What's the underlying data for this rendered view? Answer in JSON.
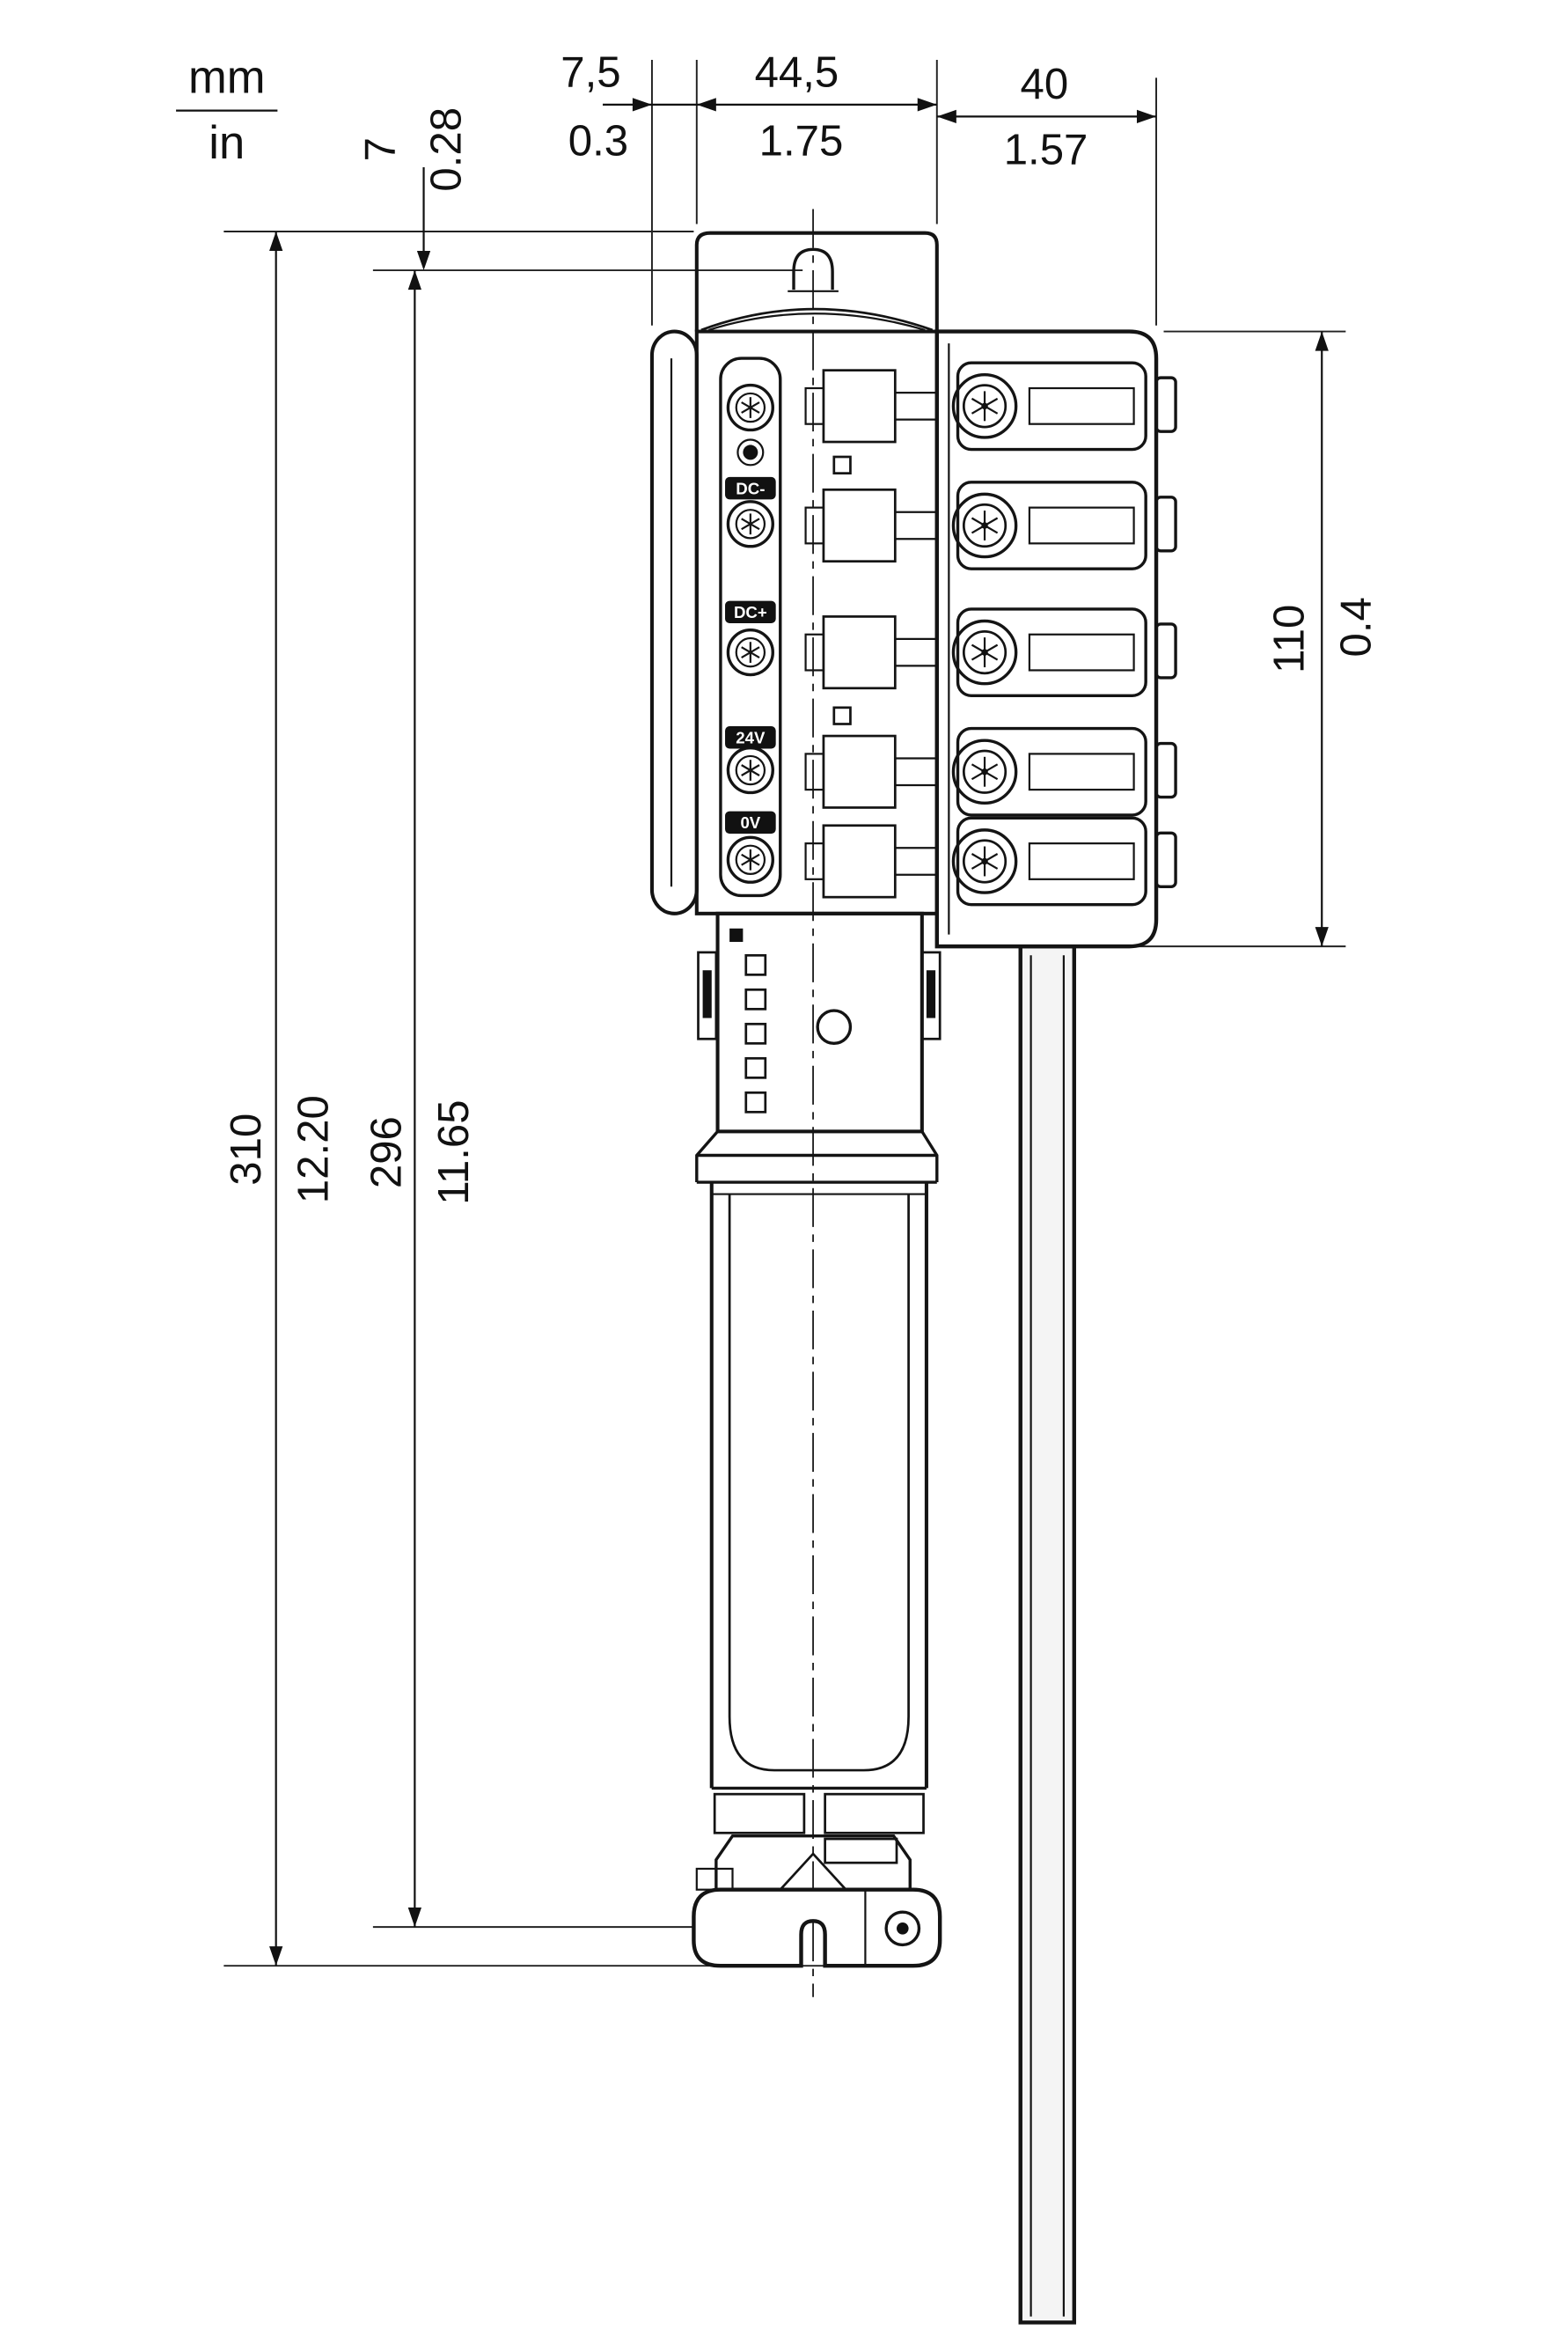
{
  "units": {
    "mm_label": "mm",
    "in_label": "in"
  },
  "dimensions": {
    "flange_width": {
      "mm": "7,5",
      "inch": "0.3"
    },
    "body_width": {
      "mm": "44,5",
      "inch": "1.75"
    },
    "block_width": {
      "mm": "40",
      "inch": "1.57"
    },
    "peg_height": {
      "mm": "7",
      "inch": "0.28"
    },
    "block_height": {
      "mm": "110",
      "inch": "0.4"
    },
    "overall_height": {
      "mm": "310",
      "inch": "12.20"
    },
    "body_height": {
      "mm": "296",
      "inch": "11.65"
    }
  },
  "device": {
    "terminal_labels": [
      "DC-",
      "DC+",
      "24V",
      "0V"
    ]
  },
  "colors": {
    "line": "#141414",
    "background": "#ffffff"
  }
}
